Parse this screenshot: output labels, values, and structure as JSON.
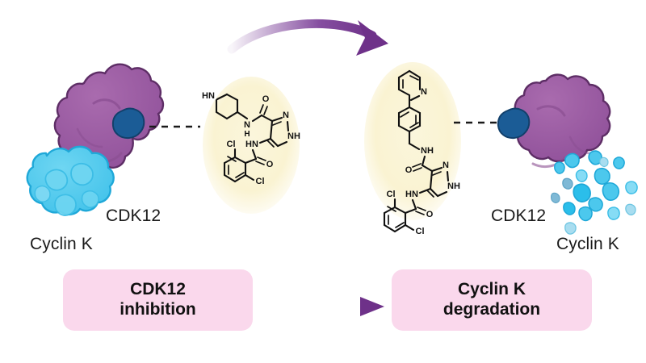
{
  "figure": {
    "type": "scientific-schematic",
    "title_text": "",
    "background": "#ffffff"
  },
  "colors": {
    "cdk12_purple": "#9B5FA0",
    "cdk12_purple_shade": "#8A4E91",
    "cdk12_outline": "#5E2E66",
    "cyclink_cyan": "#4CC8ED",
    "cyclink_cyan_light": "#86DCF5",
    "cyclink_outline": "#1FA8D8",
    "pocket_blue": "#1B5C96",
    "pocket_outline": "#12406B",
    "ellipse_cream": "#FAF3D2",
    "banner_pink": "#FAD8EC",
    "arrow_purple": "#7B3F98",
    "text_black": "#1a1a1a",
    "bond_black": "#111111",
    "dashed_line": "#1a1a1a"
  },
  "left_panel": {
    "name": "cdk12-cyclink-bound-complex",
    "protein_label": "CDK12",
    "partner_label": "Cyclin K",
    "pocket_name": "inhibitor-binding-pocket",
    "state": "Cyclin K intact, bound to CDK12"
  },
  "right_panel": {
    "name": "cdk12-cyclink-degraded-complex",
    "protein_label": "CDK12",
    "partner_label": "Cyclin K",
    "pocket_name": "inhibitor-binding-pocket",
    "state": "Cyclin K fragmented / degraded",
    "fragment_count": 18
  },
  "molecule_left": {
    "name": "cdk12-inhibitor-piperidine",
    "atom_labels": [
      "HN",
      "N",
      "H",
      "O",
      "N",
      "NH",
      "Cl",
      "HN",
      "Cl",
      "O"
    ],
    "fragments": [
      "piperidine",
      "carboxamide",
      "pyrazole",
      "2,6-dichlorobenzamide"
    ]
  },
  "molecule_right": {
    "name": "cyclink-degrader-pyridylbenzyl",
    "atom_labels": [
      "N",
      "NH",
      "O",
      "N",
      "NH",
      "Cl",
      "HN",
      "Cl",
      "O"
    ],
    "fragments": [
      "2-phenylpyridine",
      "benzylamine",
      "carboxamide",
      "pyrazole",
      "2,6-dichlorobenzamide"
    ]
  },
  "top_arrow": {
    "name": "transformation-arrow",
    "direction": "left-to-right",
    "style": "curved, gradient fading from light to solid purple"
  },
  "bottom_arrow": {
    "name": "mechanism-arrow",
    "direction": "left-to-right",
    "style": "straight, gradient fading from white to solid purple"
  },
  "banners": {
    "left": {
      "name": "banner-cdk12-inhibition",
      "line1": "CDK12",
      "line2": "inhibition"
    },
    "right": {
      "name": "banner-cyclink-degradation",
      "line1": "Cyclin K",
      "line2": "degradation"
    }
  }
}
